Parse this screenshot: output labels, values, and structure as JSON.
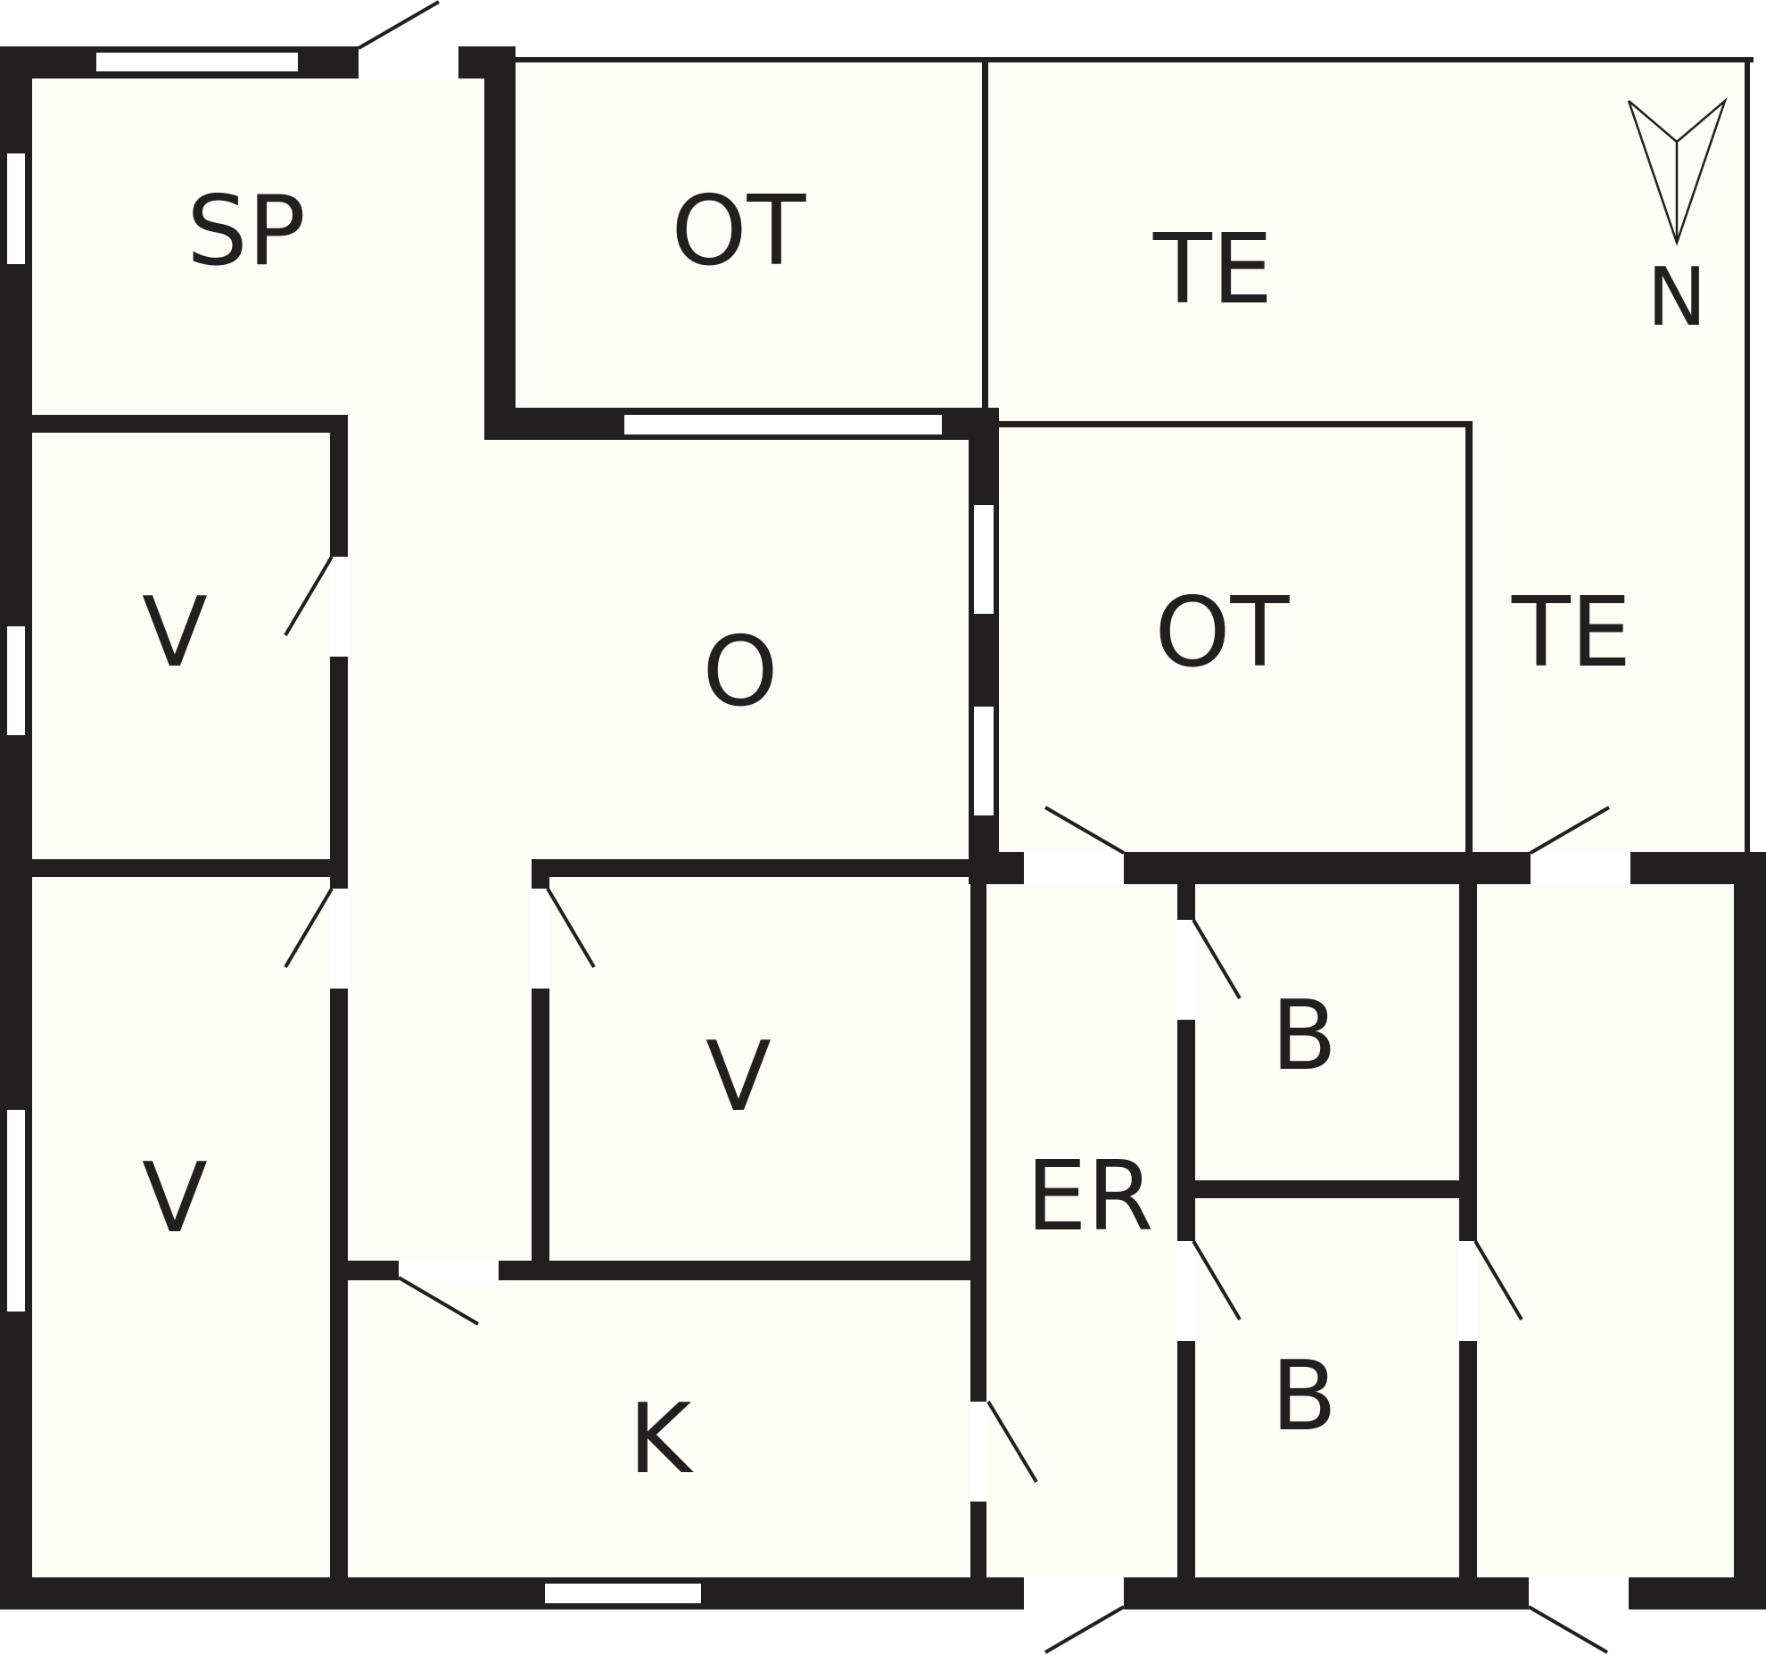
{
  "colors": {
    "wall": "#231f20",
    "floor": "#fcfdf7",
    "opening": "#ffffff"
  },
  "compass": {
    "icon": "north-arrow-icon",
    "label": "N"
  },
  "rooms": [
    {
      "id": "sp",
      "label": "SP"
    },
    {
      "id": "ot-top",
      "label": "OT"
    },
    {
      "id": "te-top",
      "label": "TE"
    },
    {
      "id": "v-upper",
      "label": "V"
    },
    {
      "id": "o",
      "label": "O"
    },
    {
      "id": "ot-mid",
      "label": "OT"
    },
    {
      "id": "te-mid",
      "label": "TE"
    },
    {
      "id": "v-lower",
      "label": "V"
    },
    {
      "id": "v-mid",
      "label": "V"
    },
    {
      "id": "er",
      "label": "ER"
    },
    {
      "id": "b-upper",
      "label": "B"
    },
    {
      "id": "b-lower",
      "label": "B"
    },
    {
      "id": "k",
      "label": "K"
    }
  ]
}
